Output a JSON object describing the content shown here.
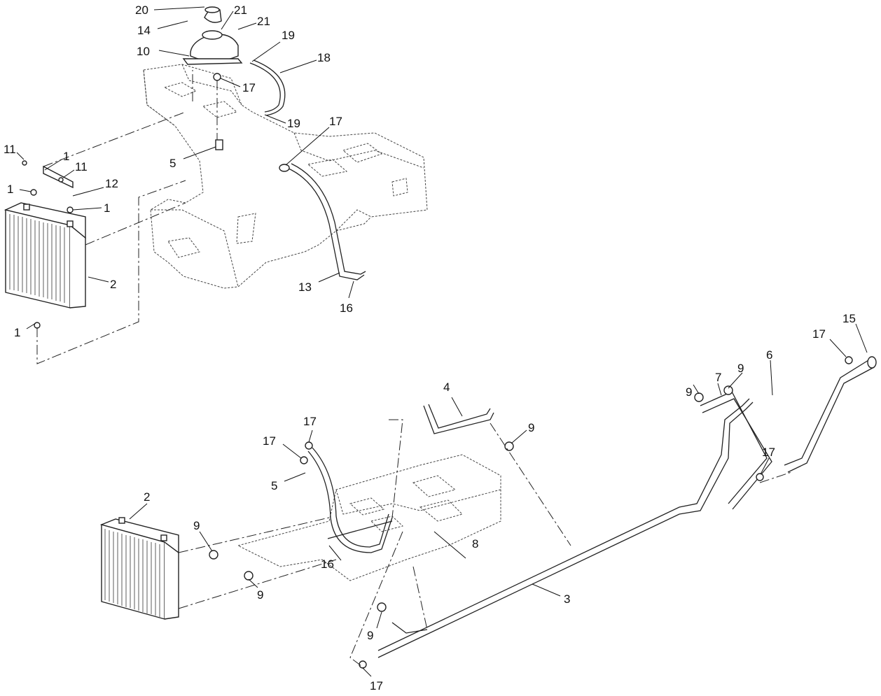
{
  "callouts": {
    "c20": "20",
    "c21a": "21",
    "c21b": "21",
    "c14": "14",
    "c19a": "19",
    "c10": "10",
    "c18": "18",
    "c17a": "17",
    "c19b": "19",
    "c17b": "17",
    "c11a": "11",
    "c1a": "1",
    "c11b": "11",
    "c5a": "5",
    "c1b": "1",
    "c12": "12",
    "c1c": "1",
    "c2a": "2",
    "c1d": "1",
    "c13": "13",
    "c16a": "16",
    "c15": "15",
    "c17c": "17",
    "c9a": "9",
    "c6": "6",
    "c9b": "9",
    "c7": "7",
    "c4": "4",
    "c9c": "9",
    "c17d": "17",
    "c17e": "17",
    "c17f": "17",
    "c5b": "5",
    "c2b": "2",
    "c9d": "9",
    "c8": "8",
    "c16b": "16",
    "c9e": "9",
    "c3": "3",
    "c9f": "9",
    "c17g": "17"
  }
}
